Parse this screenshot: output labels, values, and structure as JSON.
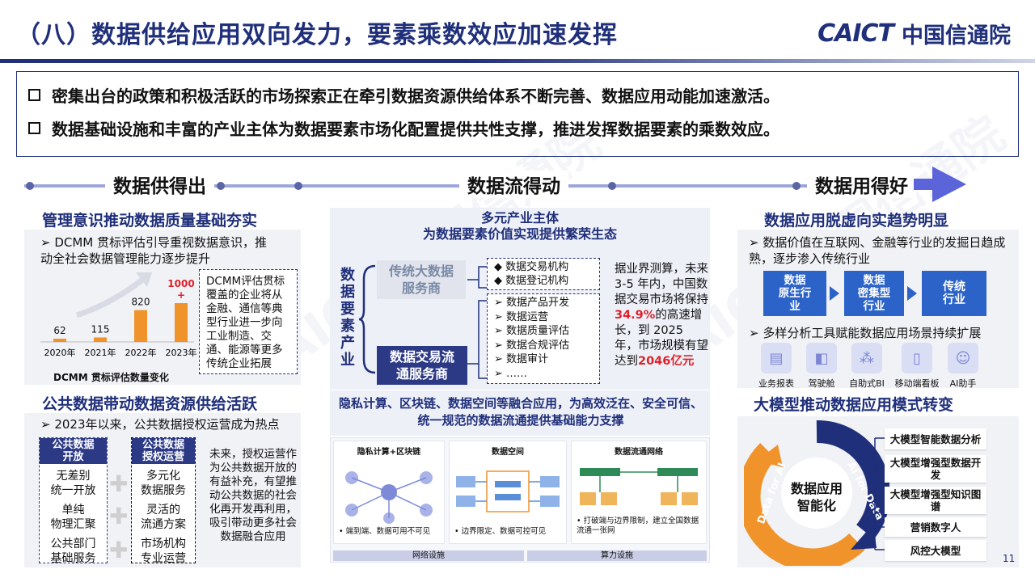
{
  "header": {
    "title": "（八）数据供给应用双向发力，要素乘数效应加速发挥",
    "logo_en": "CAICT",
    "logo_cn": "中国信通院"
  },
  "intro": [
    "密集出台的政策和积极活跃的市场探索正在牵引数据资源供给体系不断完善、数据应用动能加速激活。",
    "数据基础设施和丰富的产业主体为数据要素市场化配置提供共性支撑，推进发挥数据要素的乘数效应。"
  ],
  "stages": [
    "数据供得出",
    "数据流得动",
    "数据用得好"
  ],
  "left_top": {
    "title": "管理意识推动数据质量基础夯实",
    "bullet": "DCMM 贯标评估引导重视数据意识，推动全社会数据管理能力逐步提升",
    "chart_label": "DCMM 贯标评估数量变化",
    "note": "DCMM评估贯标覆盖的企业将从金融、通信等典型行业进一步向工业制造、交通、能源等更多传统企业拓展"
  },
  "chart_data": {
    "type": "bar",
    "categories": [
      "2020年",
      "2021年",
      "2022年",
      "2023年"
    ],
    "values": [
      62,
      115,
      820,
      1000
    ],
    "data_labels": [
      "62",
      "115",
      "820",
      "1000\n+"
    ],
    "title": "DCMM 贯标评估数量变化"
  },
  "left_bottom": {
    "title": "公共数据带动数据资源供给活跃",
    "bullet": "2023年以来，公共数据授权运营成为热点",
    "col1_head": "公共数据\n开放",
    "col1": [
      "无差别\n统一开放",
      "单纯\n物理汇聚",
      "公共部门\n基础服务"
    ],
    "col2_head": "公共数据\n授权运营",
    "col2": [
      "多元化\n数据服务",
      "灵活的\n流通方案",
      "市场机构\n专业运营"
    ],
    "note": "未来，授权运营作为公共数据开放的有益补充，有望推动公共数据的社会化再开发再利用，吸引带动更多社会数据融合应用"
  },
  "middle": {
    "top_title": "多元产业主体\n为数据要素价值实现提供繁荣生态",
    "vertical": "数据要素产业",
    "box1": "传统大数据\n服务商",
    "box2": "数据交易流\n通服务商",
    "list1": [
      "数据交易机构",
      "数据登记机构"
    ],
    "list2": [
      "数据产品开发",
      "数据运营",
      "数据质量评估",
      "数据合规评估",
      "数据审计",
      "……"
    ],
    "market_pre": "据业界测算，未来 3-5 年内，中国数据交易市场将保持",
    "market_rate": "34.9%",
    "market_mid": "的高速增长，到 2025 年，市场规模有望达到",
    "market_size": "2046亿元",
    "infra_title": "隐私计算、区块链、数据空间等融合应用，为高效泛在、安全可信、统一规范的数据流通提供基础能力支撑",
    "cards": [
      {
        "head": "隐私计算+区块链",
        "note": "端到端、数据可用不可见"
      },
      {
        "head": "数据空间",
        "note": "边界限定、数据可控可见"
      },
      {
        "head": "数据流通网络",
        "note": "打破端与边界限制，建立全国数据流通一张网"
      }
    ],
    "footer": [
      "网络设施",
      "算力设施"
    ]
  },
  "right_top": {
    "title": "数据应用脱虚向实趋势明显",
    "bullet1": "数据价值在互联网、金融等行业的发掘日趋成熟，逐步渗入传统行业",
    "flow": [
      "数据\n原生行\n业",
      "数据\n密集型\n行业",
      "传统\n行业"
    ],
    "bullet2": "多样分析工具赋能数据应用场景持续扩展",
    "tools": [
      "业务报表",
      "驾驶舱",
      "自助式BI",
      "移动端看板",
      "AI助手"
    ]
  },
  "right_bottom": {
    "title": "大模型推动数据应用模式转变",
    "center": "数据应用\n智能化",
    "ring_left": "Data for AI",
    "ring_right": "AI for Data",
    "items": [
      "大模型智能数据分析",
      "大模型增强型数据开\n发",
      "大模型增强型知识图\n谱",
      "营销数字人",
      "风控大模型"
    ]
  },
  "page_number": "11",
  "colors": {
    "navy": "#1f2f7a",
    "orange": "#f0932b",
    "red": "#e0202a",
    "blue": "#2b63c9"
  }
}
